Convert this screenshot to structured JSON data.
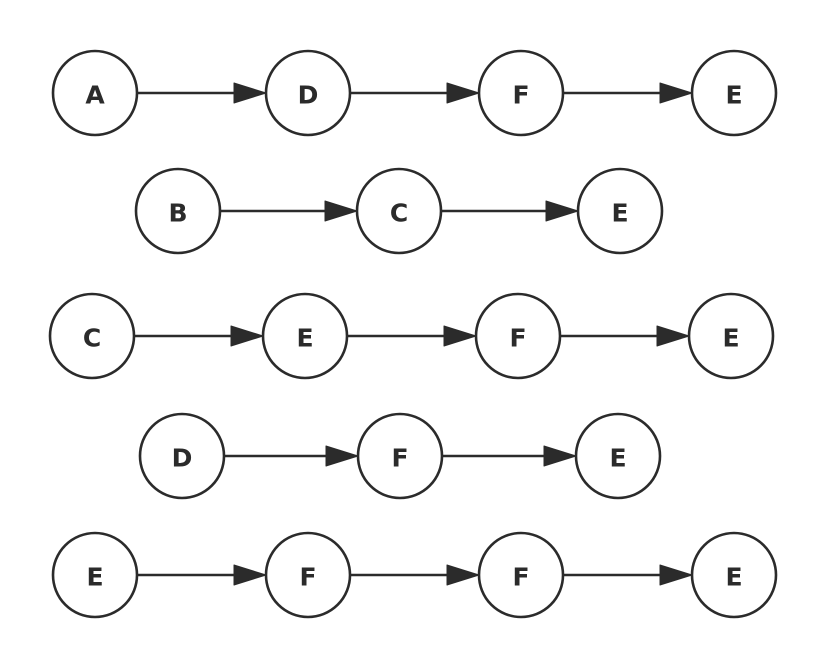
{
  "diagram": {
    "colors": {
      "stroke": "#2b2b2b",
      "node_fill": "#ffffff",
      "background": "#ffffff"
    },
    "chains": [
      {
        "nodes": [
          "A",
          "D",
          "F",
          "E"
        ]
      },
      {
        "nodes": [
          "B",
          "C",
          "E"
        ]
      },
      {
        "nodes": [
          "C",
          "E",
          "F",
          "E"
        ]
      },
      {
        "nodes": [
          "D",
          "F",
          "E"
        ]
      },
      {
        "nodes": [
          "E",
          "F",
          "F",
          "E"
        ]
      }
    ]
  }
}
